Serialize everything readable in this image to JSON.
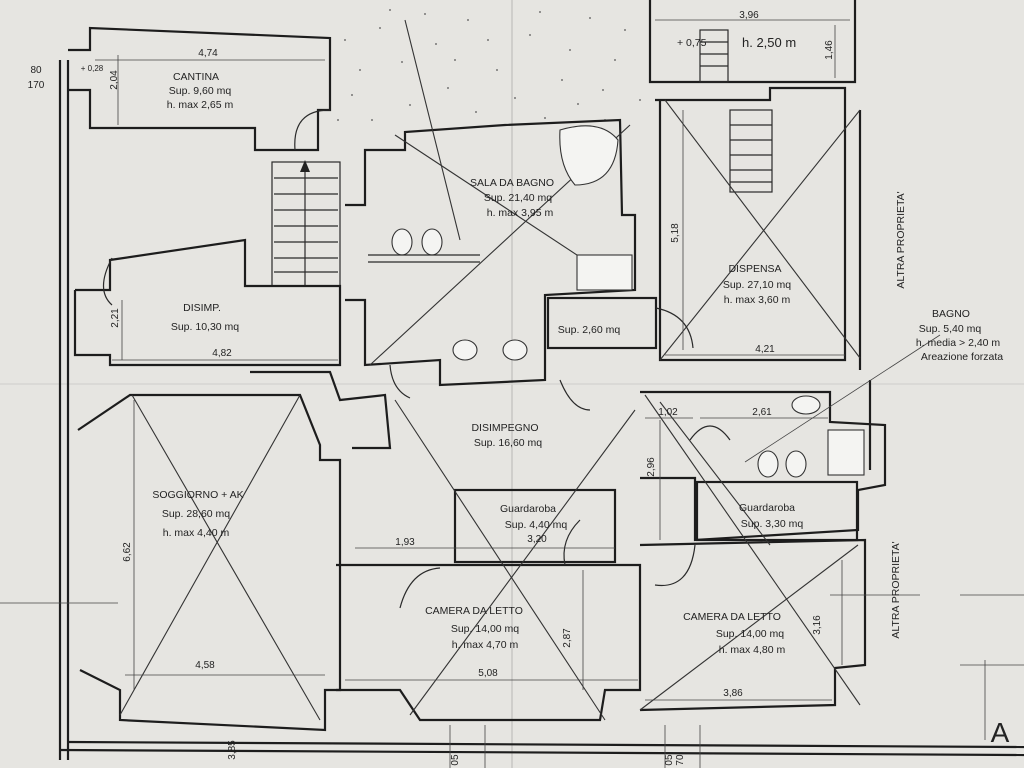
{
  "rooms": {
    "cantina": {
      "name": "CANTINA",
      "area": "Sup. 9,60 mq",
      "height": "h. max 2,65 m"
    },
    "sala_da_bagno": {
      "name": "SALA DA BAGNO",
      "area": "Sup. 21,40 mq",
      "height": "h. max 3,95 m"
    },
    "dispensa": {
      "name": "DISPENSA",
      "area": "Sup. 27,10 mq",
      "height": "h. max 3,60 m"
    },
    "disimp": {
      "name": "DISIMP.",
      "area": "Sup. 10,30 mq"
    },
    "ripostiglio": {
      "area": "Sup. 2,60 mq"
    },
    "bagno": {
      "name": "BAGNO",
      "area": "Sup. 5,40 mq",
      "height": "h. media > 2,40 m",
      "note": "Areazione forzata"
    },
    "disimpegno": {
      "name": "DISIMPEGNO",
      "area": "Sup. 16,60 mq"
    },
    "soggiorno": {
      "name": "SOGGIORNO + AK",
      "area": "Sup. 28,60 mq",
      "height": "h. max 4,40 m"
    },
    "guardaroba_1": {
      "name": "Guardaroba",
      "area": "Sup. 4,40 mq"
    },
    "guardaroba_2": {
      "name": "Guardaroba",
      "area": "Sup. 3,30 mq"
    },
    "camera_1": {
      "name": "CAMERA DA LETTO",
      "area": "Sup. 14,00 mq",
      "height": "h. max 4,70 m"
    },
    "camera_2": {
      "name": "CAMERA DA LETTO",
      "area": "Sup. 14,00 mq",
      "height": "h. max 4,80 m"
    },
    "scala_top": {
      "level": "+ 0,75",
      "height": "h. 2,50 m"
    }
  },
  "levels": {
    "cantina_step": "+ 0,28"
  },
  "dimensions": {
    "cantina_w": "4,74",
    "cantina_h": "2,04",
    "top_w": "3,96",
    "top_h": "1,46",
    "left_a": "80",
    "left_b": "170",
    "dispensa_h": "5,18",
    "dispensa_w": "4,21",
    "disimp_h": "2,21",
    "disimp_w": "4,82",
    "bagno_w1": "1,02",
    "bagno_w2": "2,61",
    "bagno_h": "2,96",
    "sogg_h": "6,62",
    "sogg_w": "4,58",
    "corr_w": "1,93",
    "guard_w": "3,20",
    "camera1_h": "2,87",
    "camera1_w": "5,08",
    "camera2_h": "3,16",
    "camera2_w": "3,86",
    "bottom_a": "3,85",
    "bottom_b": "05",
    "bottom_c": "05",
    "bottom_d": "70"
  },
  "labels": {
    "altra_1": "ALTRA PROPRIETA'",
    "altra_2": "ALTRA PROPRIETA'",
    "corner": "A"
  }
}
